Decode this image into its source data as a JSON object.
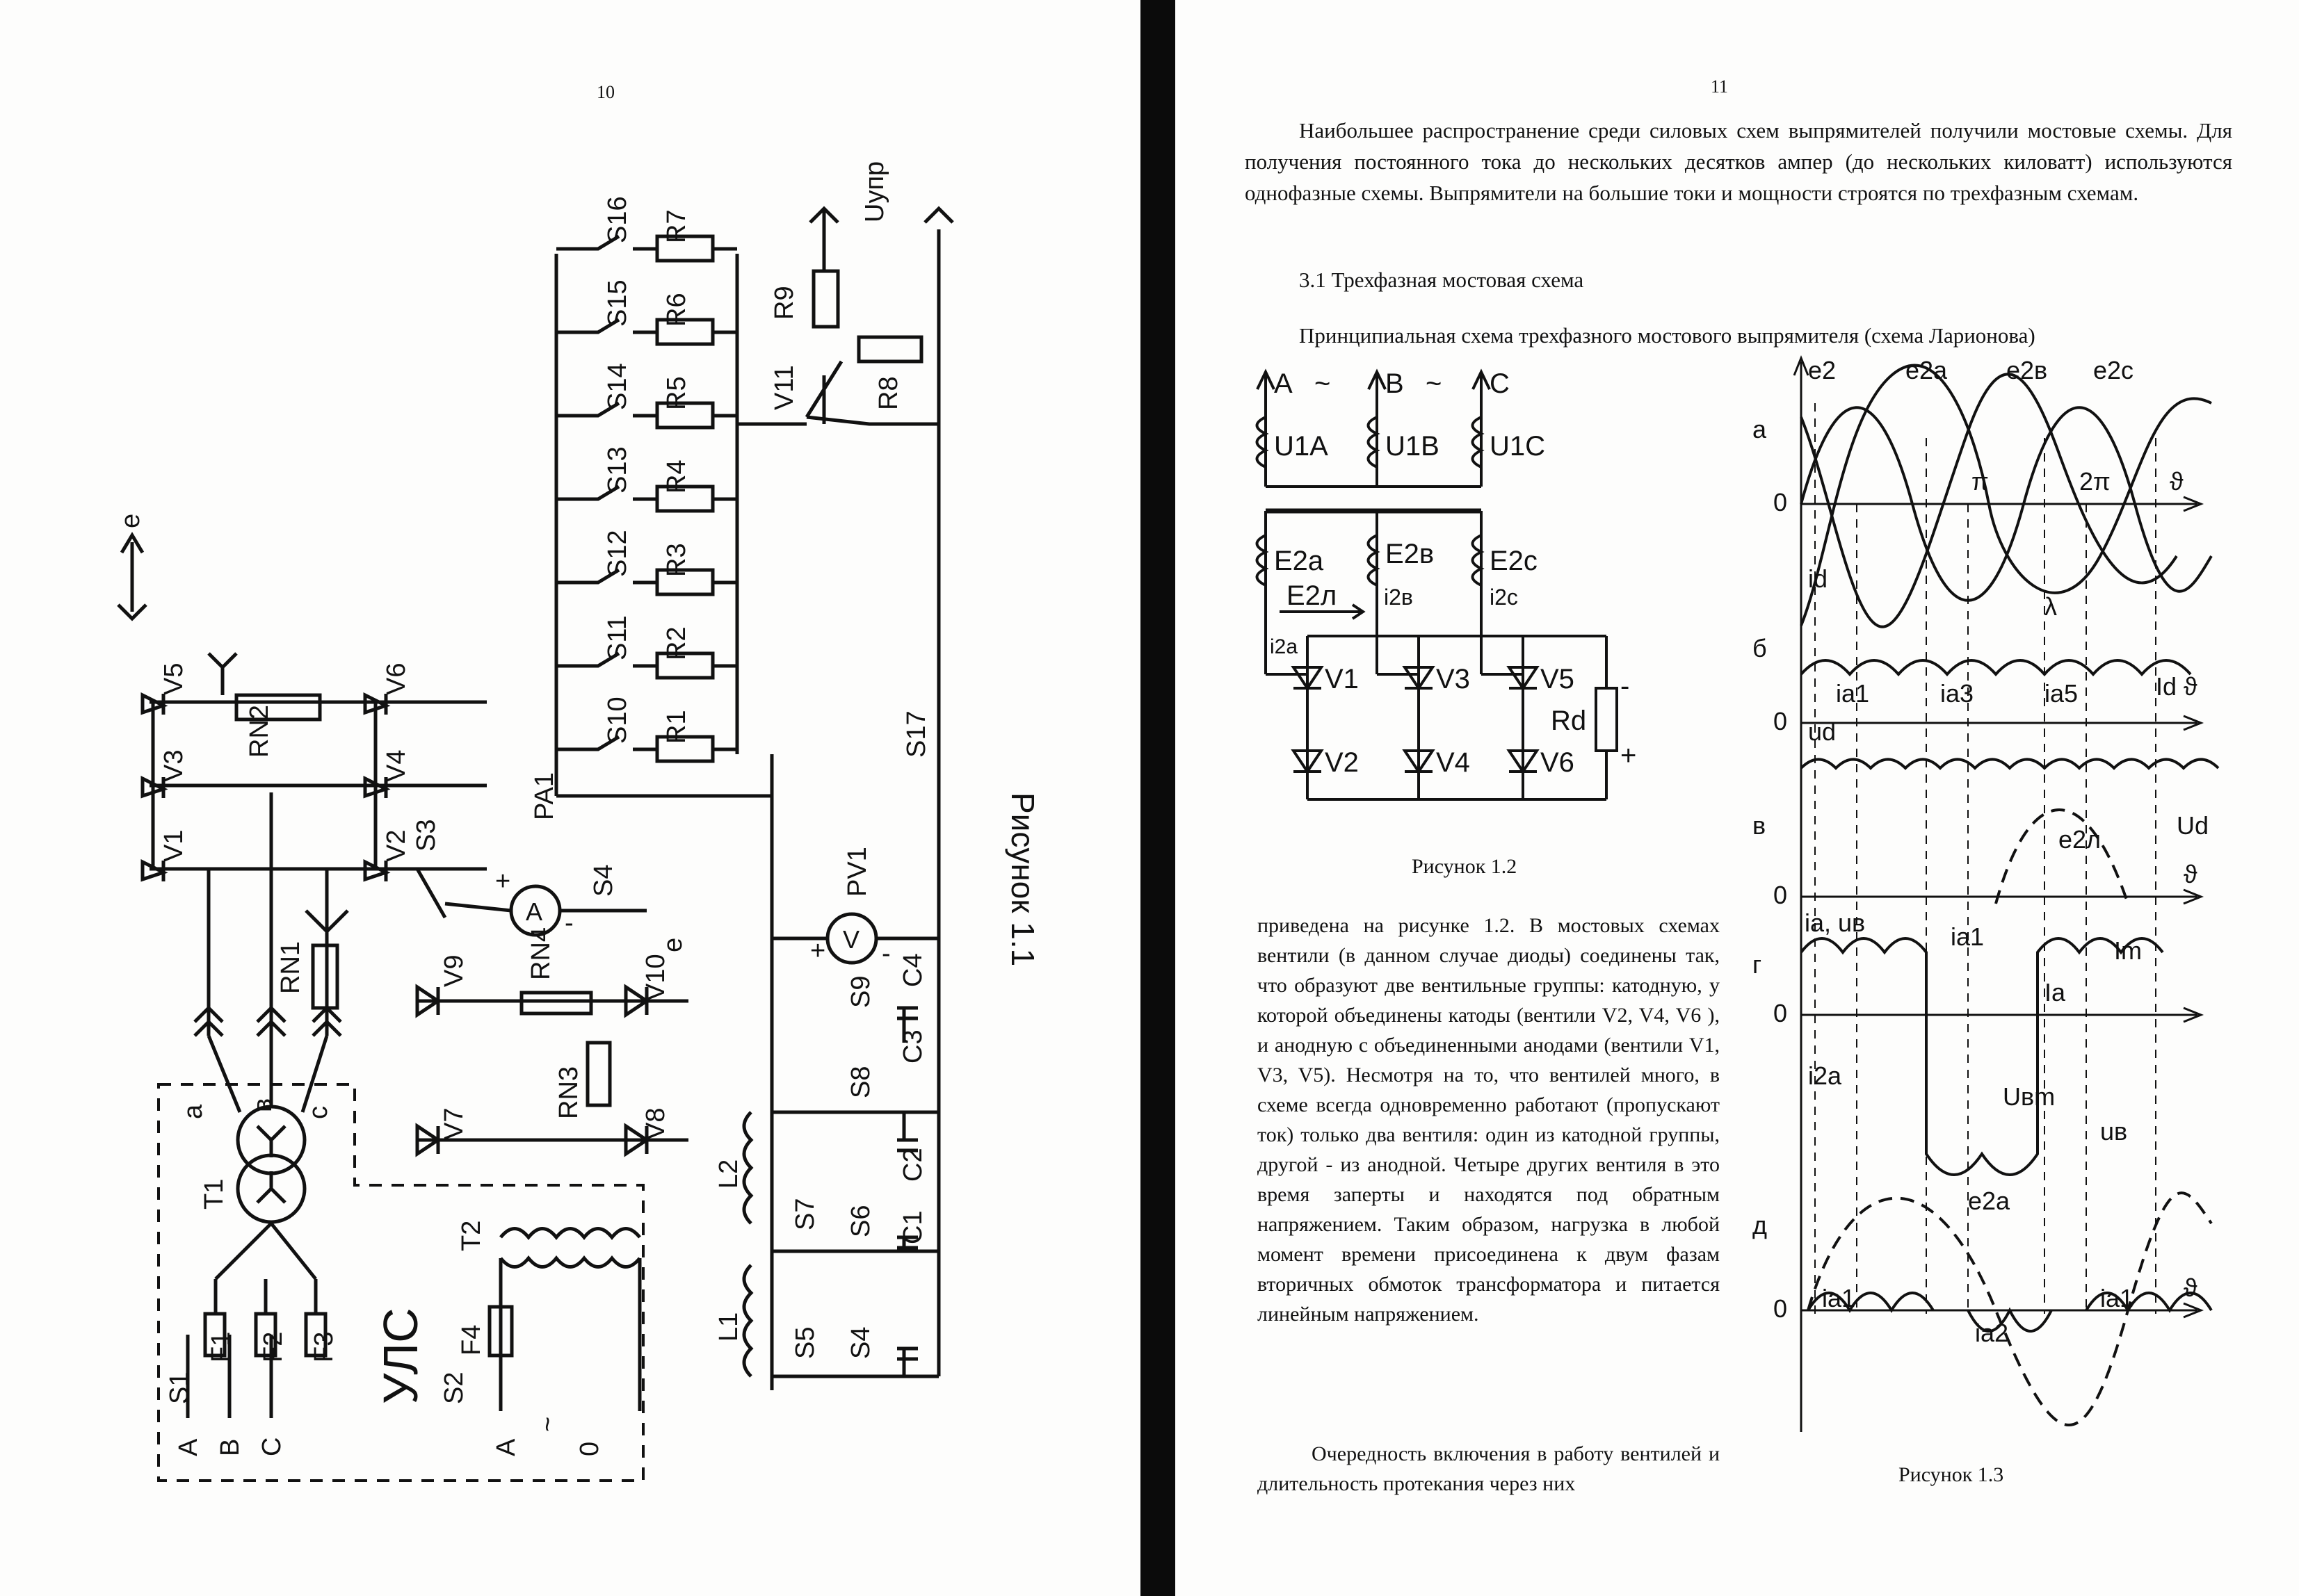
{
  "left_page": {
    "page_number": "10",
    "figure_caption": "Рисунок 1.1",
    "schematic_labels": {
      "input_terminals": [
        "A",
        "B",
        "C",
        "A",
        "0"
      ],
      "tilde": "~",
      "stand": "УЛС",
      "switches": [
        "S1",
        "S2",
        "S3",
        "S4",
        "S4",
        "S5",
        "S6",
        "S7",
        "S8",
        "S9",
        "S10",
        "S11",
        "S12",
        "S13",
        "S14",
        "S15",
        "S16",
        "S17"
      ],
      "fuses": [
        "F1",
        "F2",
        "F3",
        "F4"
      ],
      "transformers": [
        "T1",
        "T2"
      ],
      "phases": [
        "a",
        "в",
        "c"
      ],
      "diodes": [
        "V1",
        "V2",
        "V3",
        "V4",
        "V5",
        "V6",
        "V7",
        "V8",
        "V9",
        "V10"
      ],
      "resistors": [
        "R1",
        "R2",
        "R3",
        "R4",
        "R5",
        "R6",
        "R7",
        "R8",
        "R9"
      ],
      "rheostats": [
        "RN1",
        "RN2",
        "RN3",
        "RN4"
      ],
      "transistor": "V11",
      "control_voltage": "Uупр",
      "meters": [
        "PA1",
        "PV1"
      ],
      "meter_symbols": [
        "A",
        "V"
      ],
      "capacitors": [
        "C1",
        "C2",
        "C3",
        "C4"
      ],
      "inductors": [
        "L1",
        "L2"
      ],
      "e_label": "e",
      "plus": "+",
      "minus": "-"
    }
  },
  "right_page": {
    "page_number": "11",
    "intro_paragraph": "Наибольшее распространение среди силовых схем выпрямителей получили мостовые схемы. Для получения постоянного тока до нескольких десятков ампер (до нескольких киловатт) используются однофазные схемы. Выпрямители на большие токи и мощности строятся по трехфазным схемам.",
    "section_heading": "3.1  Трехфазная мостовая схема",
    "lead_sentence": "Принципиальная схема трехфазного мостового выпрямителя (схема Ларионова)",
    "body_paragraph": "приведена на рисунке 1.2. В мостовых схемах вентили (в данном случае диоды) соединены так, что образуют две вентильные группы: катодную, у которой объединены катоды (вентили V2, V4, V6 ), и анодную с объединенными анодами (вентили V1, V3, V5). Несмотря на то, что вентилей много, в схеме всегда одновременно работают (пропускают ток) только два вентиля: один из катодной группы, другой - из анодной. Четыре других вентиля в это время заперты и находятся под обратным напряжением. Таким образом, нагрузка в любой момент времени присоединена к двум фазам вторичных обмоток трансформатора и питается линейным напряжением.",
    "closing_paragraph": "Очередность включения в работу вентилей и длительность протекания через них",
    "figure_1_2": {
      "caption": "Рисунок 1.2",
      "labels": {
        "phases": [
          "A",
          "B",
          "C"
        ],
        "tilde": "~",
        "primary": [
          "U1A",
          "U1B",
          "U1C"
        ],
        "secondary": [
          "E2a",
          "E2в",
          "E2c"
        ],
        "line_emf": "E2л",
        "currents": [
          "i2a",
          "i2в",
          "i2c"
        ],
        "diodes": [
          "V1",
          "V2",
          "V3",
          "V4",
          "V5",
          "V6"
        ],
        "load": "Rd",
        "minus": "-",
        "plus": "+"
      }
    },
    "figure_1_3": {
      "caption": "Рисунок 1.3",
      "labels": {
        "panels": [
          "а",
          "б",
          "в",
          "г",
          "д"
        ],
        "zero": "0",
        "emf": [
          "e2",
          "e2a",
          "e2в",
          "e2c"
        ],
        "pi": "π",
        "two_pi": "2π",
        "theta": "ϑ",
        "lambda": "λ",
        "id": "id",
        "Id": "Id",
        "anode_currents": [
          "ia1",
          "ia3",
          "ia5"
        ],
        "ud": "ud",
        "Ud": "Ud",
        "e2l": "e2л",
        "ia_uв": "ia, uв",
        "ia1": "ia1",
        "Im": "Im",
        "Ia": "Ia",
        "Uвm": "Uвm",
        "uв": "uв",
        "i2a": "i2a",
        "ia2": "ia2"
      }
    }
  }
}
